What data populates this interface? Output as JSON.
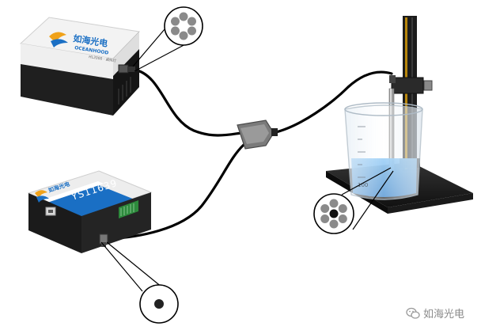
{
  "diagram": {
    "light_source": {
      "brand_logo_text": "如海光电",
      "brand_logo_sub": "OCEANHOOD",
      "model_text": "HL2000 · 卤钨灯"
    },
    "spectrometer": {
      "brand_logo_text": "如海光电",
      "model_label": "YS11639"
    },
    "beaker": {
      "scale_label": "100"
    }
  },
  "watermark": {
    "icon": "wechat-icon",
    "text": "如海光电"
  },
  "colors": {
    "device_dark": "#1e1e1e",
    "device_label_bg": "#f2f2f2",
    "accent_yellow": "#f0a21a",
    "accent_blue": "#1a6fc4",
    "water_blue": "#3d9ae8",
    "fiber": "#000000",
    "stand_gold": "#b8860b"
  }
}
